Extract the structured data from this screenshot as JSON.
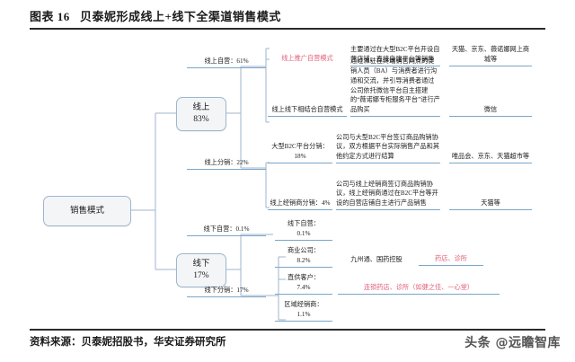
{
  "header": {
    "exhibit_label": "图表 16",
    "title": "贝泰妮形成线上+线下全渠道销售模式"
  },
  "footer": {
    "source": "资料来源：贝泰妮招股书，华安证券研究所",
    "watermark": "头条 @远瞻智库"
  },
  "colors": {
    "node_border": "#9fb6cd",
    "node_fill": "#f3f5f7",
    "underline": "#7aa6c8",
    "highlight_red": "#e0607a",
    "rule": "#2b2b2b"
  },
  "diagram": {
    "root": {
      "label": "销售模式"
    },
    "level1": [
      {
        "name": "线上",
        "value": "83%"
      },
      {
        "name": "线下",
        "value": "17%"
      }
    ],
    "online": {
      "self_operated_label": "线上自营：61%",
      "distribution_label": "线上分销：22%",
      "modes": [
        {
          "mode_name": "线上推广自营模式",
          "mode_name_highlight": true,
          "description": "主要通过在大型B2C平台开设自营店铺，直接自建平台等销售",
          "platforms": "天猫、京东、薇诺娜网上商城等"
        },
        {
          "mode_name": "线上线下相结合自营模式",
          "mode_name_highlight": false,
          "description": "通过派驻在终端销售网点的促销人员（BA）与消费者进行沟通和交流，并引导消费者通过公司依托微信平台自主搭建的“薇诺娜专柜服务平台”进行产品购买",
          "platforms": "微信"
        }
      ],
      "distribution_items": [
        {
          "channel": "大型B2C平台分销：18%",
          "description": "公司与大型B2C平台签订商品购销协议，双方根据平台实际销售产品和其他约定方式进行结算",
          "platforms": "唯品会、京东、天猫超市等"
        },
        {
          "channel": "线上经销商分销：4%",
          "description": "公司与线上经销商签订商品购销协议，线上经销商通过在B2C平台等开设的自营店铺自主进行产品销售",
          "platforms": "天猫等"
        }
      ]
    },
    "offline": {
      "self_operated_label": "线下自营：0.1%",
      "distribution_label": "线下分销：17%",
      "items": [
        {
          "channel": "线下自营：",
          "value": "0.1%",
          "partners": "",
          "terminals": "",
          "highlight": false
        },
        {
          "channel": "商业公司：",
          "value": "8.2%",
          "partners": "九州通、国药控股",
          "terminals": "药店、诊所",
          "highlight": true
        },
        {
          "channel": "直供客户：",
          "value": "7.4%",
          "partners": "",
          "terminals": "连锁药店、诊所（如健之佳、一心堂）",
          "highlight": true
        },
        {
          "channel": "区域经销商：",
          "value": "1.1%",
          "partners": "",
          "terminals": "",
          "highlight": false
        }
      ]
    }
  }
}
